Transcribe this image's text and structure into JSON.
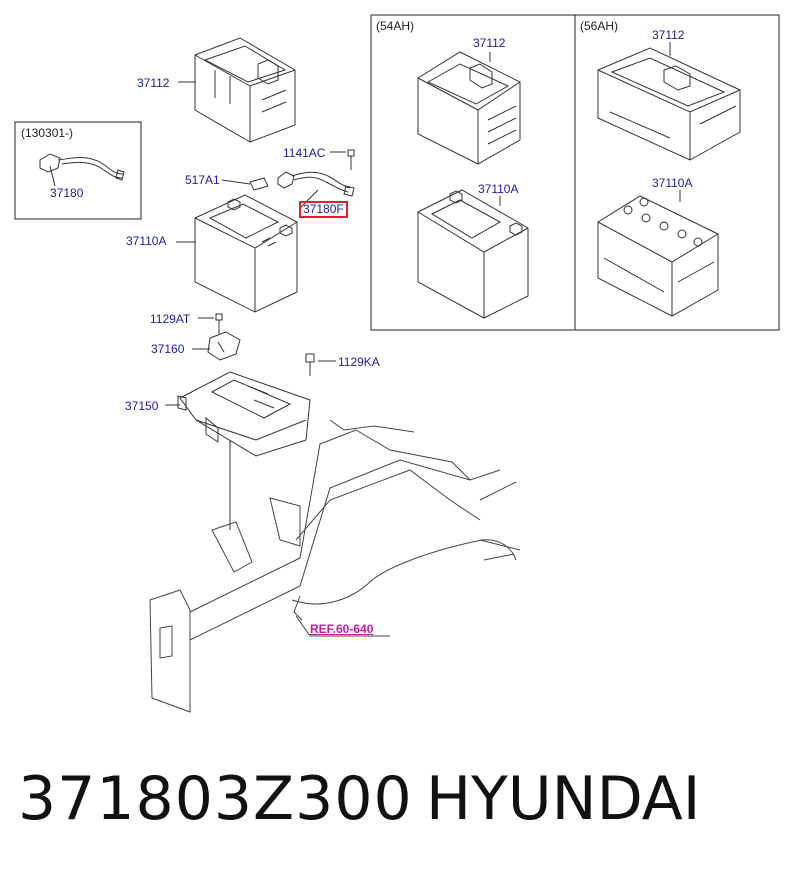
{
  "labels": {
    "tray_main": "37112",
    "date_note": "(130301-)",
    "cable_inset": "37180",
    "bolt_top": "1141AC",
    "bracket": "517A1",
    "cable_highlight": "37180F",
    "battery_main": "37110A",
    "bolt_mid": "1129AT",
    "clamp": "37160",
    "bolt_right": "1129KA",
    "tray_base": "37150",
    "ref": "REF.60-640"
  },
  "variants": [
    {
      "capacity": "(54AH)",
      "tray": "37112",
      "battery": "37110A"
    },
    {
      "capacity": "(56AH)",
      "tray": "37112",
      "battery": "37110A"
    }
  ],
  "footer": {
    "part_number": "371803Z300",
    "brand": "HYUNDAI"
  }
}
